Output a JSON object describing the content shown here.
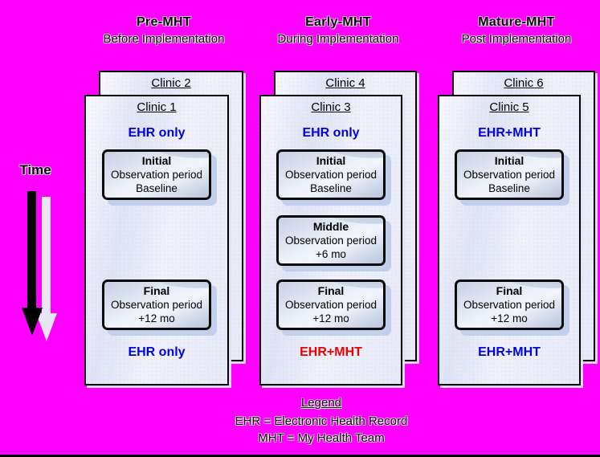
{
  "diagram": {
    "time_axis": {
      "label": "Time"
    },
    "columns": [
      {
        "phase": "Pre-MHT",
        "phase_description": "Before Implementation",
        "back_clinic": {
          "label": "Clinic 2"
        },
        "front_clinic": {
          "label": "Clinic 1",
          "top_status": "EHR only",
          "bottom_status": "EHR only",
          "boxes": [
            {
              "name": "Initial",
              "line2": "Observation period",
              "line3": "Baseline"
            },
            {
              "name": "Final",
              "line2": "Observation period",
              "line3": "+12 mo"
            }
          ]
        }
      },
      {
        "phase": "Early-MHT",
        "phase_description": "During Implementation",
        "back_clinic": {
          "label": "Clinic 4"
        },
        "front_clinic": {
          "label": "Clinic 3",
          "top_status": "EHR only",
          "bottom_status": "EHR+MHT",
          "boxes": [
            {
              "name": "Initial",
              "line2": "Observation period",
              "line3": "Baseline"
            },
            {
              "name": "Middle",
              "line2": "Observation period",
              "line3": "+6 mo"
            },
            {
              "name": "Final",
              "line2": "Observation period",
              "line3": "+12 mo"
            }
          ]
        }
      },
      {
        "phase": "Mature-MHT",
        "phase_description": "Post Implementation",
        "back_clinic": {
          "label": "Clinic 6"
        },
        "front_clinic": {
          "label": "Clinic 5",
          "top_status": "EHR+MHT",
          "bottom_status": "EHR+MHT",
          "boxes": [
            {
              "name": "Initial",
              "line2": "Observation period",
              "line3": "Baseline"
            },
            {
              "name": "Final",
              "line2": "Observation period",
              "line3": "+12 mo"
            }
          ]
        }
      }
    ],
    "legend": {
      "title": "Legend",
      "lines": [
        "EHR = Electronic Health Record",
        "MHT = My Health Team"
      ]
    },
    "colors": {
      "background": "#ff00ff",
      "status_blue": "#0000e0",
      "status_red": "#ee0000",
      "card_border": "#000000",
      "box_shadow": "#c2cfec"
    }
  }
}
